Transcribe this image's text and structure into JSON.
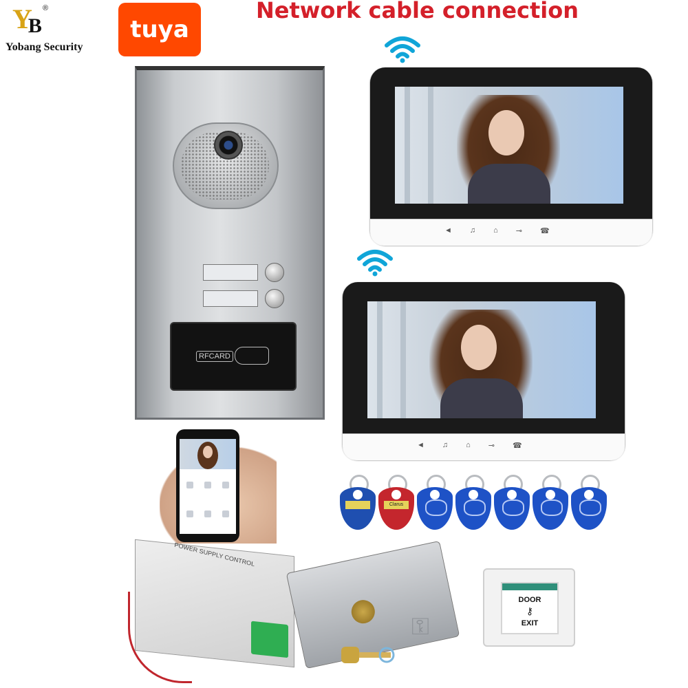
{
  "brand": {
    "name": "Yobang Security",
    "registered_mark": "®",
    "mark_y": "Y",
    "mark_b": "B"
  },
  "tuya_logo": "tuya",
  "headline": "Network cable connection",
  "door_station": {
    "card_reader_label": "RFCARD",
    "call_buttons": 2
  },
  "monitors": {
    "count": 2,
    "button_glyphs": [
      "◄",
      "♫",
      "⌂",
      "⊸",
      "☎"
    ]
  },
  "tags": {
    "yellow_label_1": "",
    "yellow_label_2": "Clarus",
    "colors": [
      "#1f4fb0",
      "#c4262d",
      "#1e52c6",
      "#1e52c6",
      "#1e52c6",
      "#1e52c6",
      "#1e52c6"
    ]
  },
  "power_supply": {
    "title": "POWER SUPPLY CONTROL"
  },
  "exit_button": {
    "line1": "DOOR",
    "line2": "EXIT"
  },
  "colors": {
    "headline": "#d4202a",
    "tuya": "#ff4800",
    "wifi": "#10a5d8"
  }
}
